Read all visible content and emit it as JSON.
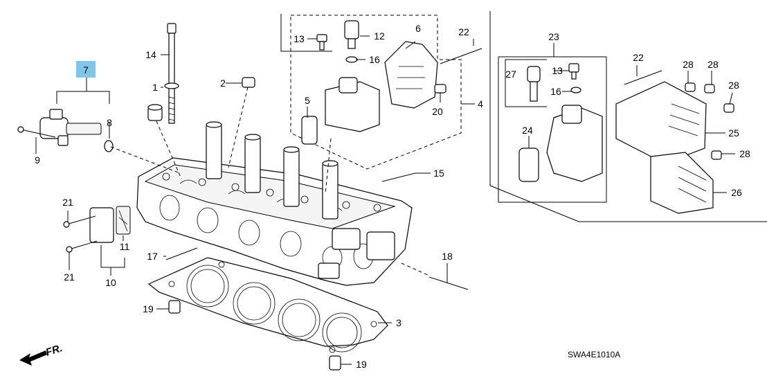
{
  "diagram": {
    "callouts": [
      {
        "id": "c7",
        "text": "7"
      },
      {
        "id": "c14",
        "text": "14"
      },
      {
        "id": "c1",
        "text": "1"
      },
      {
        "id": "c2",
        "text": "2"
      },
      {
        "id": "c8",
        "text": "8"
      },
      {
        "id": "c9",
        "text": "9"
      },
      {
        "id": "c13a",
        "text": "13"
      },
      {
        "id": "c12",
        "text": "12"
      },
      {
        "id": "c16a",
        "text": "16"
      },
      {
        "id": "c6",
        "text": "6"
      },
      {
        "id": "c22a",
        "text": "22"
      },
      {
        "id": "c5",
        "text": "5"
      },
      {
        "id": "c20",
        "text": "20"
      },
      {
        "id": "c4",
        "text": "4"
      },
      {
        "id": "c15",
        "text": "15"
      },
      {
        "id": "c23",
        "text": "23"
      },
      {
        "id": "c27",
        "text": "27"
      },
      {
        "id": "c13b",
        "text": "13"
      },
      {
        "id": "c16b",
        "text": "16"
      },
      {
        "id": "c22b",
        "text": "22"
      },
      {
        "id": "c28a",
        "text": "28"
      },
      {
        "id": "c28b",
        "text": "28"
      },
      {
        "id": "c28c",
        "text": "28"
      },
      {
        "id": "c24",
        "text": "24"
      },
      {
        "id": "c25",
        "text": "25"
      },
      {
        "id": "c28d",
        "text": "28"
      },
      {
        "id": "c26",
        "text": "26"
      },
      {
        "id": "c21a",
        "text": "21"
      },
      {
        "id": "c11",
        "text": "11"
      },
      {
        "id": "c21b",
        "text": "21"
      },
      {
        "id": "c10",
        "text": "10"
      },
      {
        "id": "c17",
        "text": "17"
      },
      {
        "id": "c18",
        "text": "18"
      },
      {
        "id": "c19a",
        "text": "19"
      },
      {
        "id": "c3",
        "text": "3"
      },
      {
        "id": "c19b",
        "text": "19"
      }
    ],
    "highlight_color": "#7fc6e8",
    "direction_label": "FR.",
    "drawing_code": "SWA4E1010A"
  }
}
